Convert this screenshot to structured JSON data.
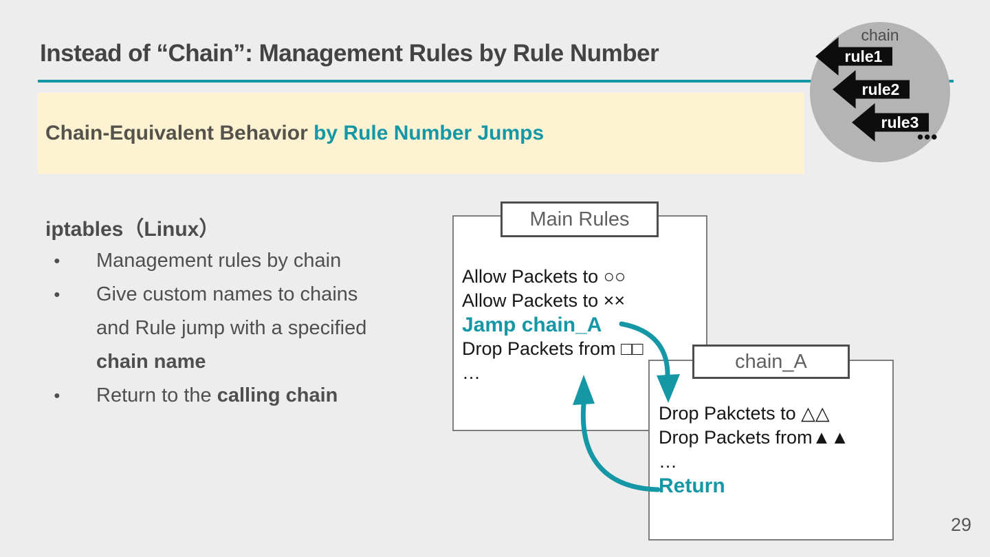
{
  "slide": {
    "title": "Instead of “Chain”: Management Rules by Rule Number",
    "page_number": "29"
  },
  "banner": {
    "dark_text": "Chain-Equivalent Behavior ",
    "teal_text": "by Rule Number Jumps"
  },
  "chain_figure": {
    "label": "chain",
    "rule1": "rule1",
    "rule2": "rule2",
    "rule3": "rule3",
    "ellipsis": "•••"
  },
  "left_column": {
    "heading": "iptables（Linux）",
    "bullet_marker": "●",
    "bullet1": "Management rules by chain",
    "bullet2_line1": "Give custom names to chains",
    "bullet2_line2": "and Rule jump with a specified",
    "bullet2_line3_bold": "chain name",
    "bullet3_text": "Return to the ",
    "bullet3_bold": "calling chain"
  },
  "main_rules_box": {
    "tab_label": "Main Rules",
    "line1": "Allow Packets to ○○",
    "line2": "Allow Packets to ××",
    "line3_teal": "Jamp chain_A",
    "line4": "Drop Packets from □□",
    "line5": "…"
  },
  "chain_a_box": {
    "tab_label": "chain_A",
    "line1": "Drop Pakctets to △△",
    "line2": "Drop Packets from▲▲",
    "line3": "…",
    "line4_teal": "Return"
  },
  "colors": {
    "teal": "#1697a5",
    "banner_bg": "#fdf3d2",
    "background": "#ededed",
    "circle_gray": "#b4b4b4"
  }
}
